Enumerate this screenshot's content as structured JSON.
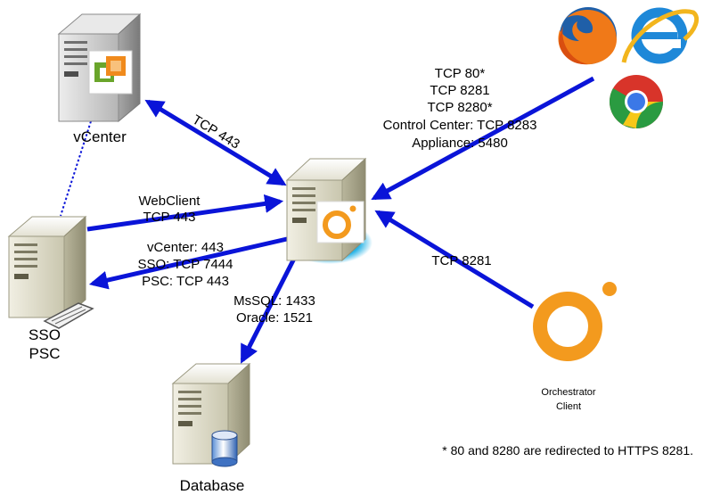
{
  "nodes": {
    "vcenter": {
      "label": "vCenter"
    },
    "sso": {
      "label_line1": "SSO",
      "label_line2": "PSC"
    },
    "database": {
      "label": "Database"
    },
    "orchestrator_client": {
      "label_line1": "Orchestrator",
      "label_line2": "Client"
    }
  },
  "connections": {
    "vcenter_link": {
      "label": "TCP 443"
    },
    "webclient_link": {
      "line1": "WebClient",
      "line2": "TCP 443"
    },
    "sso_link": {
      "line1": "vCenter: 443",
      "line2": "SSO: TCP 7444",
      "line3": "PSC: TCP 443"
    },
    "database_link": {
      "line1": "MsSQL: 1433",
      "line2": "Oracle: 1521"
    },
    "browser_link": {
      "line1": "TCP 80*",
      "line2": "TCP 8281",
      "line3": "TCP 8280*",
      "line4": "Control Center: TCP 8283",
      "line5": "Appliance: 5480"
    },
    "client_link": {
      "label": "TCP 8281"
    }
  },
  "footnote": "* 80 and 8280 are redirected to HTTPS 8281.",
  "colors": {
    "arrow": "#0a14d8",
    "orchestrator": "#f39a1e",
    "glow": "#27b3e6",
    "server_body": "#d9d6c2"
  },
  "icons": [
    "server-icon",
    "firefox-icon",
    "internet-explorer-icon",
    "chrome-icon",
    "orchestrator-logo-icon",
    "database-cylinder-icon",
    "keyboard-icon"
  ]
}
